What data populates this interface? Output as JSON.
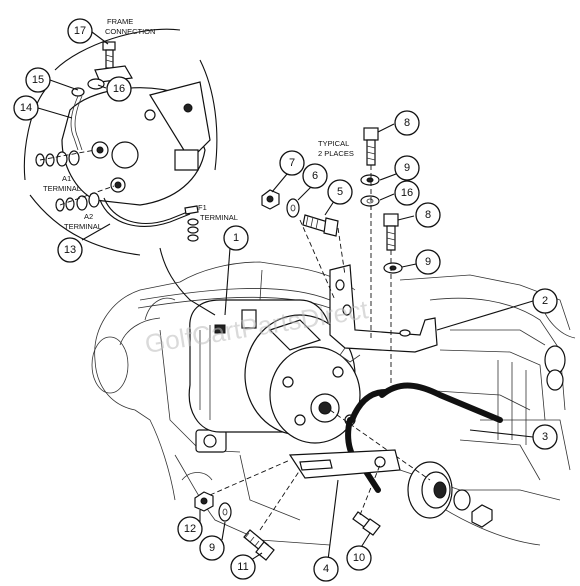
{
  "labels": {
    "frame_connection_1": "FRAME",
    "frame_connection_2": "CONNECTION",
    "typical_1": "TYPICAL",
    "typical_2": "2 PLACES",
    "a1_1": "A1",
    "a1_2": "TERMINAL",
    "a2_1": "A2",
    "a2_2": "TERMINAL",
    "f1_1": "F1",
    "f1_2": "TERMINAL"
  },
  "watermark": "GolfCartPartsDirect",
  "callouts": {
    "c1": "1",
    "c2": "2",
    "c3": "3",
    "c4": "4",
    "c5": "5",
    "c6": "6",
    "c7": "7",
    "c8a": "8",
    "c8b": "8",
    "c9a": "9",
    "c9b": "9",
    "c9c": "9",
    "c10": "10",
    "c11": "11",
    "c12": "12",
    "c13": "13",
    "c14": "14",
    "c15": "15",
    "c16a": "16",
    "c16b": "16",
    "c17": "17"
  }
}
